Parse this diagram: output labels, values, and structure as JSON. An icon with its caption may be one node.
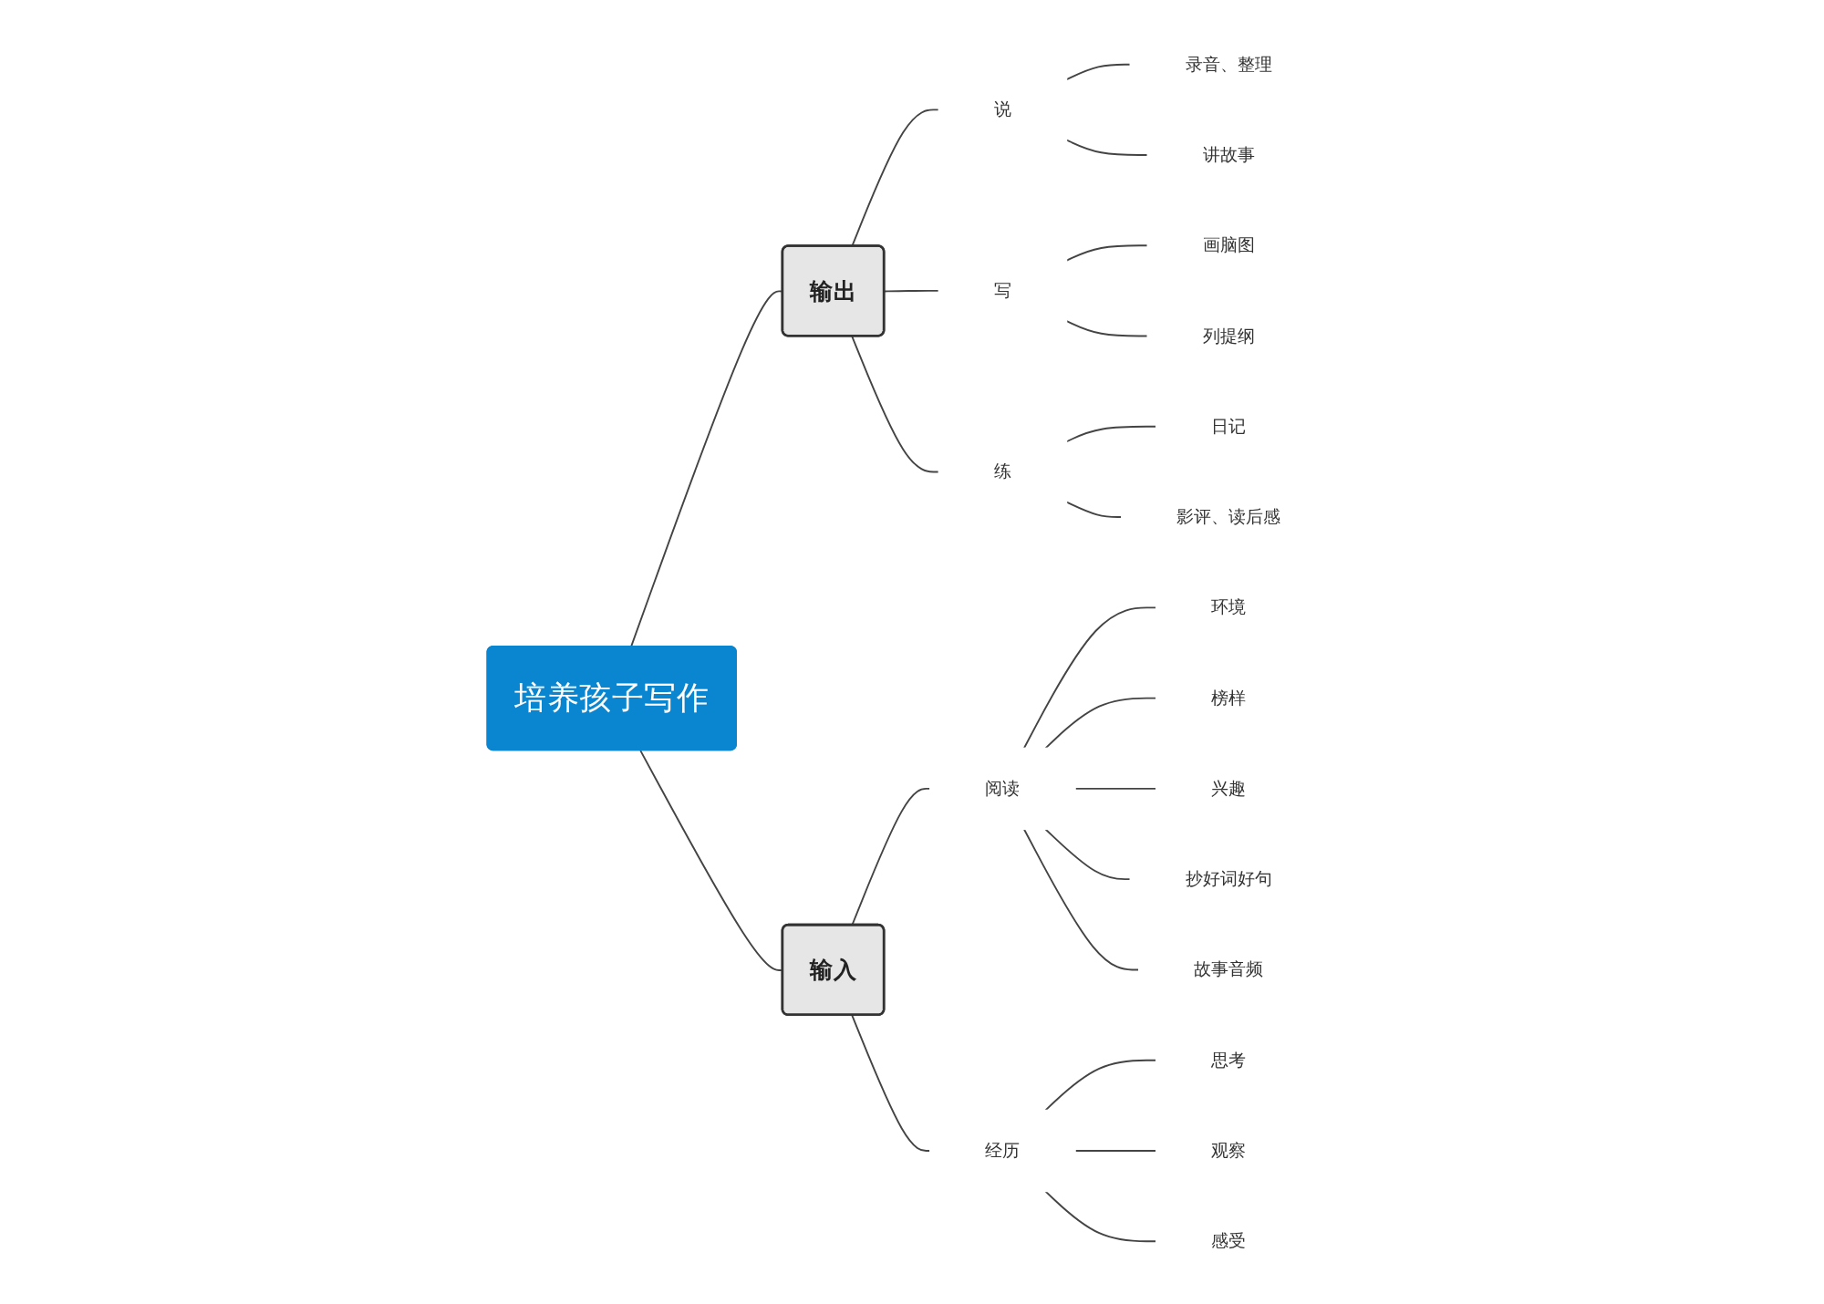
{
  "diagram": {
    "nodes": [
      {
        "text": [
          "培养孩子写作"
        ]
      },
      {
        "text": [
          "输出"
        ]
      },
      {
        "text": [
          "说"
        ]
      },
      {
        "text": [
          "录音、整理"
        ]
      },
      {
        "text": [
          "讲故事"
        ]
      },
      {
        "text": [
          "写"
        ]
      },
      {
        "text": [
          "画脑图"
        ]
      },
      {
        "text": [
          "列提纲"
        ]
      },
      {
        "text": [
          "练"
        ]
      },
      {
        "text": [
          "日记"
        ]
      },
      {
        "text": [
          "影评、读后感"
        ]
      },
      {
        "text": [
          "输入"
        ]
      },
      {
        "text": [
          "阅读"
        ]
      },
      {
        "text": [
          "环境"
        ]
      },
      {
        "text": [
          "榜样"
        ]
      },
      {
        "text": [
          "兴趣"
        ]
      },
      {
        "text": [
          "抄好词好句"
        ]
      },
      {
        "text": [
          "故事音频"
        ]
      },
      {
        "text": [
          "经历"
        ]
      },
      {
        "text": [
          "思考"
        ]
      },
      {
        "text": [
          "观察"
        ]
      },
      {
        "text": [
          "感受"
        ]
      }
    ],
    "edges": [
      {
        "from": 0,
        "to": 1,
        "arrow": "none"
      },
      {
        "from": 1,
        "to": 2,
        "arrow": "none"
      },
      {
        "from": 2,
        "to": 3,
        "arrow": "none"
      },
      {
        "from": 2,
        "to": 4,
        "arrow": "none"
      },
      {
        "from": 1,
        "to": 5,
        "arrow": "none"
      },
      {
        "from": 5,
        "to": 6,
        "arrow": "none"
      },
      {
        "from": 5,
        "to": 7,
        "arrow": "none"
      },
      {
        "from": 1,
        "to": 8,
        "arrow": "none"
      },
      {
        "from": 8,
        "to": 9,
        "arrow": "none"
      },
      {
        "from": 8,
        "to": 10,
        "arrow": "none"
      },
      {
        "from": 0,
        "to": 11,
        "arrow": "none"
      },
      {
        "from": 11,
        "to": 12,
        "arrow": "none"
      },
      {
        "from": 12,
        "to": 13,
        "arrow": "none"
      },
      {
        "from": 12,
        "to": 14,
        "arrow": "none"
      },
      {
        "from": 12,
        "to": 15,
        "arrow": "none"
      },
      {
        "from": 12,
        "to": 16,
        "arrow": "none"
      },
      {
        "from": 12,
        "to": 17,
        "arrow": "none"
      },
      {
        "from": 11,
        "to": 18,
        "arrow": "none"
      },
      {
        "from": 18,
        "to": 19,
        "arrow": "none"
      },
      {
        "from": 18,
        "to": 20,
        "arrow": "none"
      },
      {
        "from": 18,
        "to": 21,
        "arrow": "none"
      }
    ]
  }
}
